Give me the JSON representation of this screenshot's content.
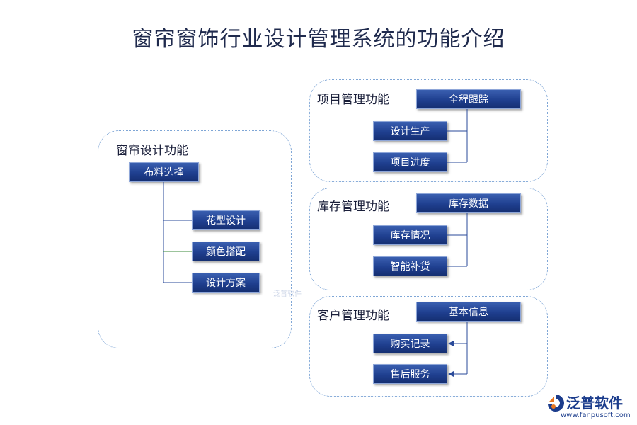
{
  "title": "窗帘窗饰行业设计管理系统的功能介绍",
  "design": {
    "title": "窗帘设计功能",
    "root": "布料选择",
    "items": [
      "花型设计",
      "颜色搭配",
      "设计方案"
    ]
  },
  "project": {
    "title": "项目管理功能",
    "root": "全程跟踪",
    "items": [
      "设计生产",
      "项目进度"
    ]
  },
  "inventory": {
    "title": "库存管理功能",
    "root": "库存数据",
    "items": [
      "库存情况",
      "智能补货"
    ]
  },
  "customer": {
    "title": "客户管理功能",
    "root": "基本信息",
    "items": [
      "购买记录",
      "售后服务"
    ]
  },
  "watermark": "泛普软件",
  "logo": {
    "name": "泛普软件",
    "url": "www.fanpusoft.com"
  },
  "colors": {
    "box": "#1f3f8f",
    "panel_border": "#7fa6d6",
    "connector": "#2a4a9a"
  }
}
